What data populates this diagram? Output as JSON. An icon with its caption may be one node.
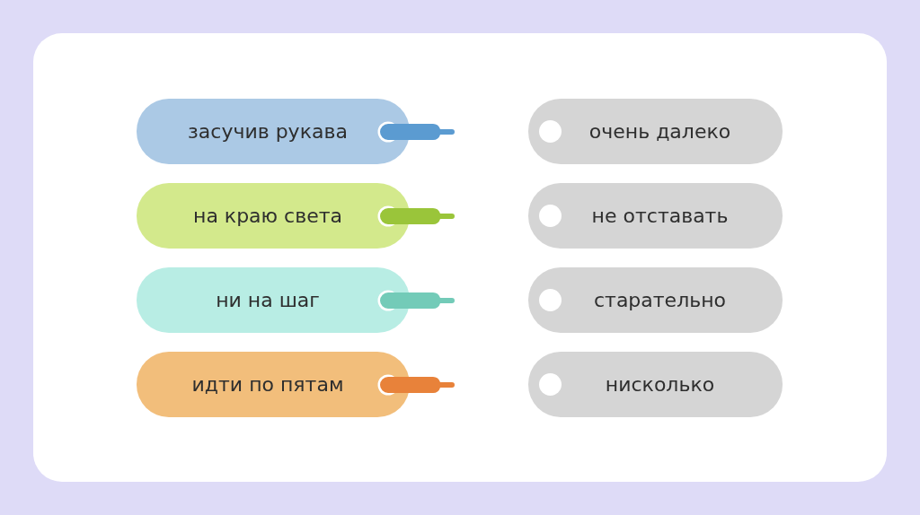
{
  "diagram": {
    "nodes": [
      {
        "text": [
          "засучив рукава"
        ]
      },
      {
        "text": [
          "на краю света"
        ]
      },
      {
        "text": [
          "ни на шаг"
        ]
      },
      {
        "text": [
          "идти по пятам"
        ]
      },
      {
        "text": [
          "очень далеко"
        ]
      },
      {
        "text": [
          "не отставать"
        ]
      },
      {
        "text": [
          "старательно"
        ]
      },
      {
        "text": [
          "нисколько"
        ]
      }
    ]
  }
}
